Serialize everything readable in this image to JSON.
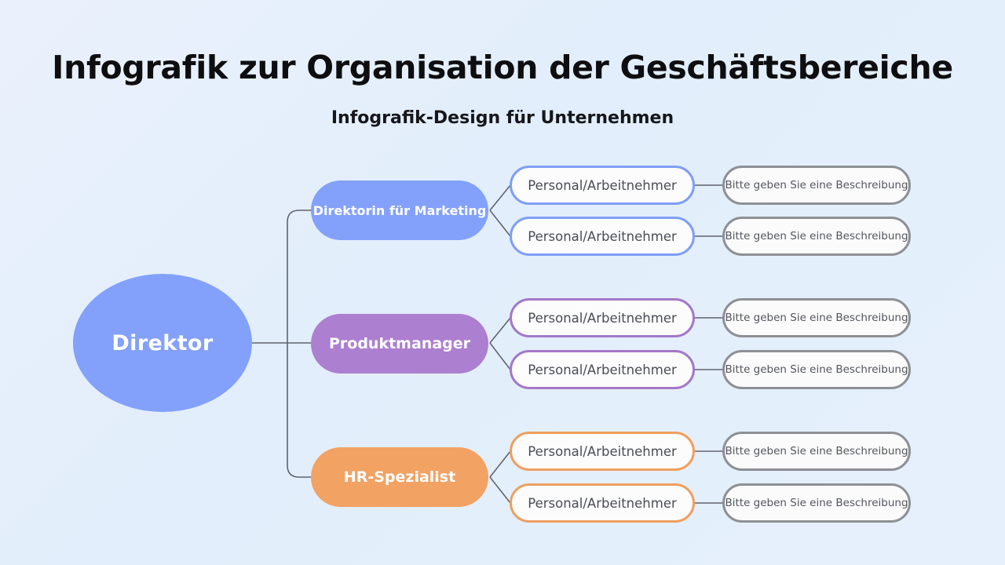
{
  "header": {
    "title": "Infografik zur Organisation der Geschäftsbereiche",
    "subtitle": "Infografik-Design für Unternehmen"
  },
  "colors": {
    "background": "#e3eefb",
    "blue": "#83a1fb",
    "purple": "#ad7fd0",
    "orange": "#f2a263",
    "description_border": "#8d9094",
    "connector": "#60646e",
    "node_text": "#ffffff",
    "leaf_text": "#4a4d55"
  },
  "chart": {
    "root": {
      "label": "Direktor",
      "color": "blue"
    },
    "branches": [
      {
        "label": "Direktorin für Marketing",
        "color": "blue",
        "leaves": [
          {
            "label": "Personal/Arbeitnehmer",
            "description": "Bitte geben Sie eine Beschreibung"
          },
          {
            "label": "Personal/Arbeitnehmer",
            "description": "Bitte geben Sie eine Beschreibung"
          }
        ]
      },
      {
        "label": "Produktmanager",
        "color": "purple",
        "leaves": [
          {
            "label": "Personal/Arbeitnehmer",
            "description": "Bitte geben Sie eine Beschreibung"
          },
          {
            "label": "Personal/Arbeitnehmer",
            "description": "Bitte geben Sie eine Beschreibung"
          }
        ]
      },
      {
        "label": "HR-Spezialist",
        "color": "orange",
        "leaves": [
          {
            "label": "Personal/Arbeitnehmer",
            "description": "Bitte geben Sie eine Beschreibung"
          },
          {
            "label": "Personal/Arbeitnehmer",
            "description": "Bitte geben Sie eine Beschreibung"
          }
        ]
      }
    ]
  }
}
